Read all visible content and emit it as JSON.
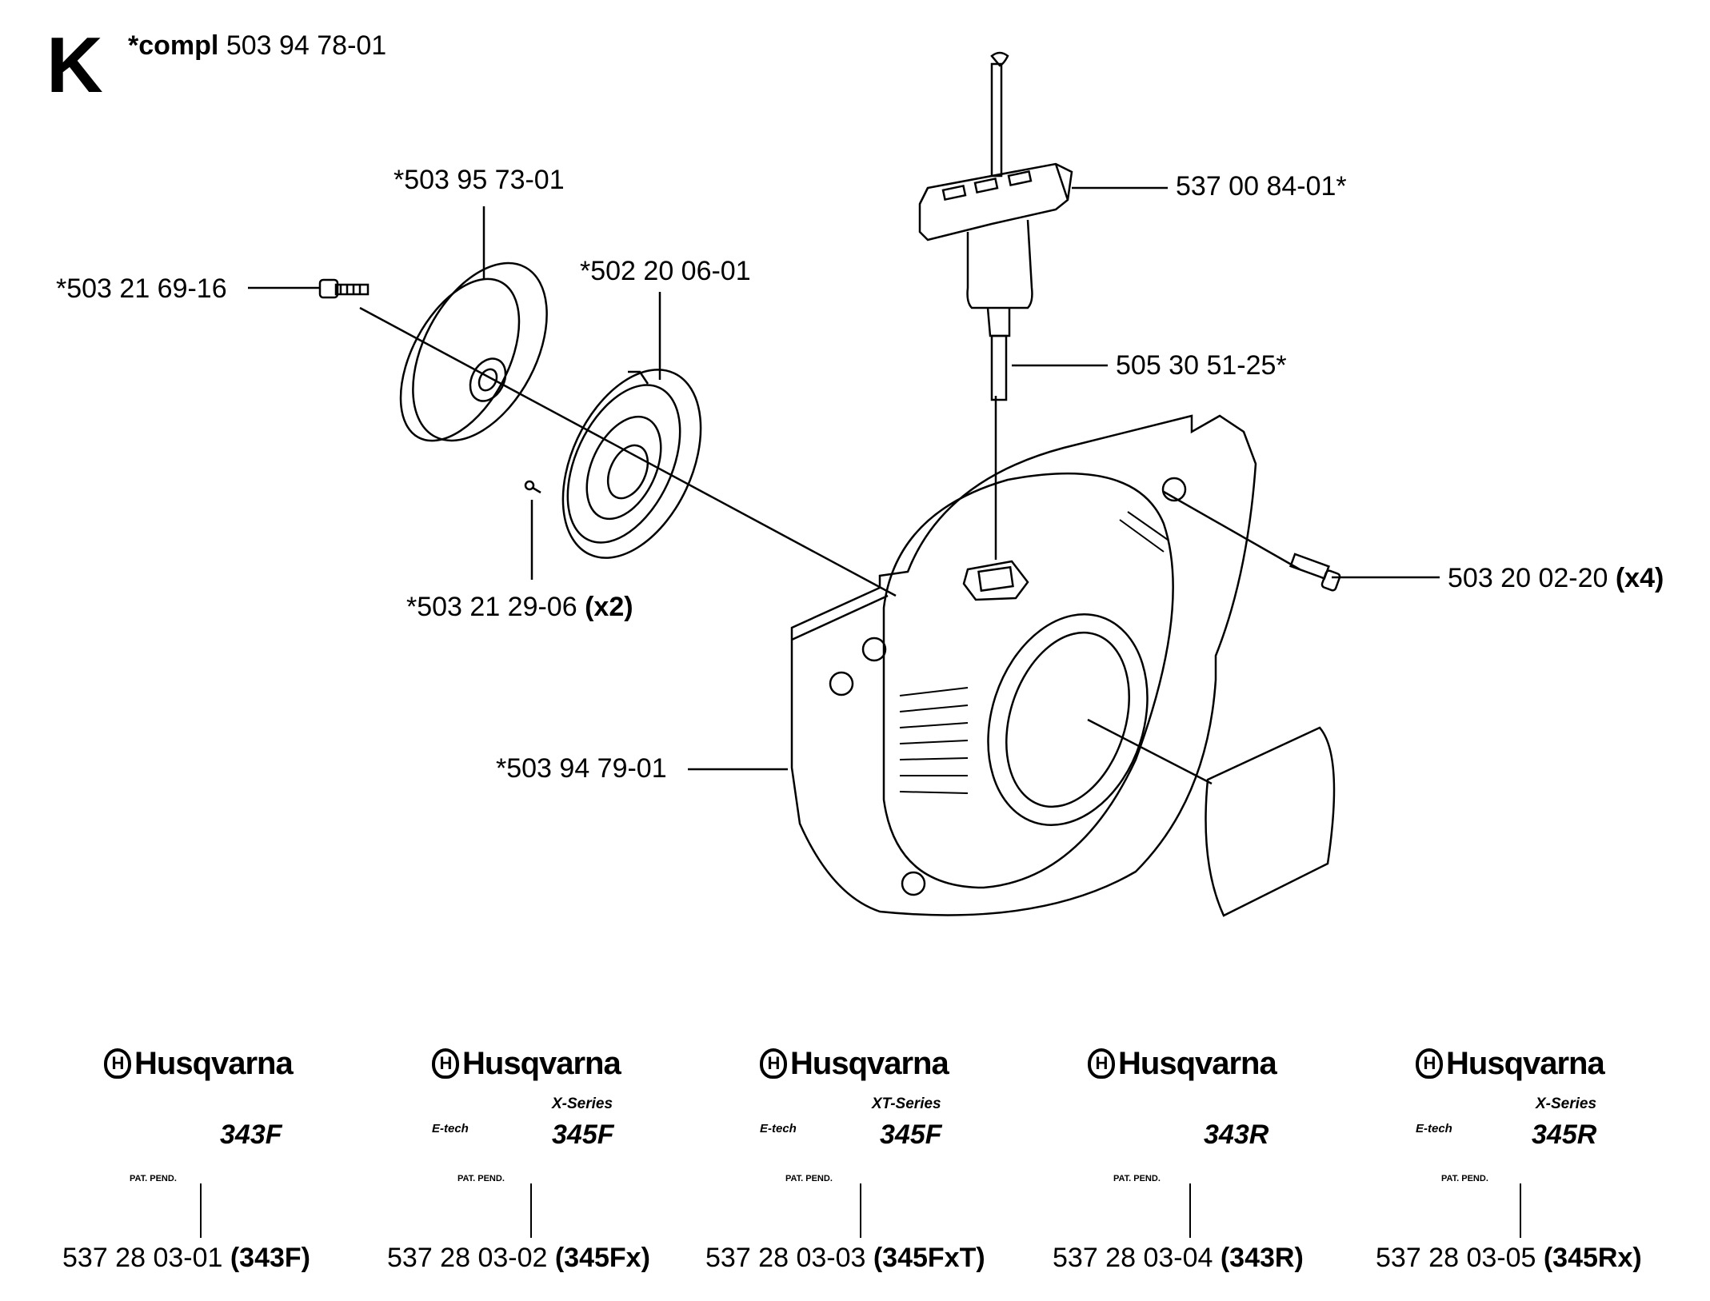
{
  "section": "K",
  "header": {
    "prefix": "*compl",
    "part": "503 94 78-01"
  },
  "callouts": {
    "bolt_top": "*503 21 69-16",
    "pulley": "*503 95 73-01",
    "spring": "*502 20 06-01",
    "screw_small": "*503 21 29-06",
    "screw_small_qty": "(x2)",
    "handle": "537 00 84-01*",
    "rope": "505 30 51-25*",
    "bolt_right": "503 20 02-20",
    "bolt_right_qty": "(x4)",
    "housing": "*503 94 79-01"
  },
  "decals": [
    {
      "brand": "Husqvarna",
      "series": "",
      "etech": "",
      "model": "343F",
      "pat": "PAT. PEND.",
      "part": "537 28 03-01",
      "variant": "(343F)"
    },
    {
      "brand": "Husqvarna",
      "series": "X-Series",
      "etech": "E-tech",
      "model": "345F",
      "pat": "PAT. PEND.",
      "part": "537 28 03-02",
      "variant": "(345Fx)"
    },
    {
      "brand": "Husqvarna",
      "series": "XT-Series",
      "etech": "E-tech",
      "model": "345F",
      "pat": "PAT. PEND.",
      "part": "537 28 03-03",
      "variant": "(345FxT)"
    },
    {
      "brand": "Husqvarna",
      "series": "",
      "etech": "",
      "model": "343R",
      "pat": "PAT. PEND.",
      "part": "537 28 03-04",
      "variant": "(343R)"
    },
    {
      "brand": "Husqvarna",
      "series": "X-Series",
      "etech": "E-tech",
      "model": "345R",
      "pat": "PAT. PEND.",
      "part": "537 28 03-05",
      "variant": "(345Rx)"
    }
  ]
}
